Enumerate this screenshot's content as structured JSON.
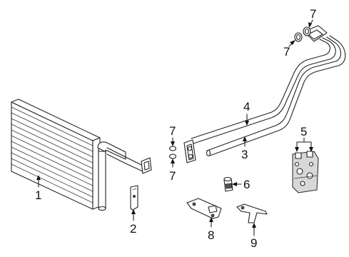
{
  "callouts": [
    {
      "id": "1",
      "text": "1"
    },
    {
      "id": "2",
      "text": "2"
    },
    {
      "id": "3",
      "text": "3"
    },
    {
      "id": "4",
      "text": "4"
    },
    {
      "id": "5",
      "text": "5"
    },
    {
      "id": "6",
      "text": "6"
    },
    {
      "id": "7a",
      "text": "7"
    },
    {
      "id": "7b",
      "text": "7"
    },
    {
      "id": "7c",
      "text": "7"
    },
    {
      "id": "7d",
      "text": "7"
    },
    {
      "id": "8",
      "text": "8"
    },
    {
      "id": "9",
      "text": "9"
    }
  ]
}
